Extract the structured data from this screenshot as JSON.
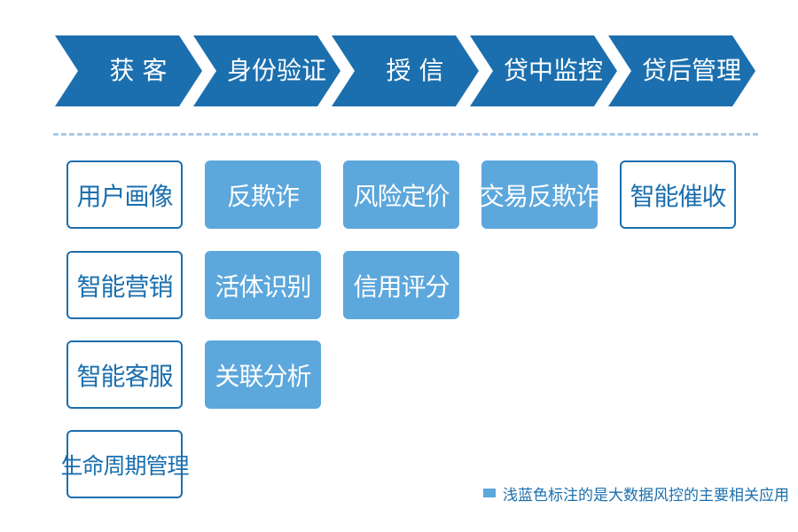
{
  "stages": [
    {
      "label": "获 客"
    },
    {
      "label": "身份验证"
    },
    {
      "label": "授 信"
    },
    {
      "label": "贷中监控"
    },
    {
      "label": "贷后管理"
    }
  ],
  "columns": [
    {
      "items": [
        {
          "label": "用户画像",
          "highlighted": false
        },
        {
          "label": "智能营销",
          "highlighted": false
        },
        {
          "label": "智能客服",
          "highlighted": false
        },
        {
          "label": "生命周期管理",
          "highlighted": false
        }
      ]
    },
    {
      "items": [
        {
          "label": "反欺诈",
          "highlighted": true
        },
        {
          "label": "活体识别",
          "highlighted": true
        },
        {
          "label": "关联分析",
          "highlighted": true
        }
      ]
    },
    {
      "items": [
        {
          "label": "风险定价",
          "highlighted": true
        },
        {
          "label": "信用评分",
          "highlighted": true
        }
      ]
    },
    {
      "items": [
        {
          "label": "交易反欺诈",
          "highlighted": true
        }
      ]
    },
    {
      "items": [
        {
          "label": "智能催收",
          "highlighted": false
        }
      ]
    }
  ],
  "legend": {
    "text": "浅蓝色标注的是大数据风控的主要相关应用"
  },
  "colors": {
    "chevron": "#1b6fae",
    "highlight_fill": "#5ca7dc",
    "outline": "#1b6fae"
  }
}
